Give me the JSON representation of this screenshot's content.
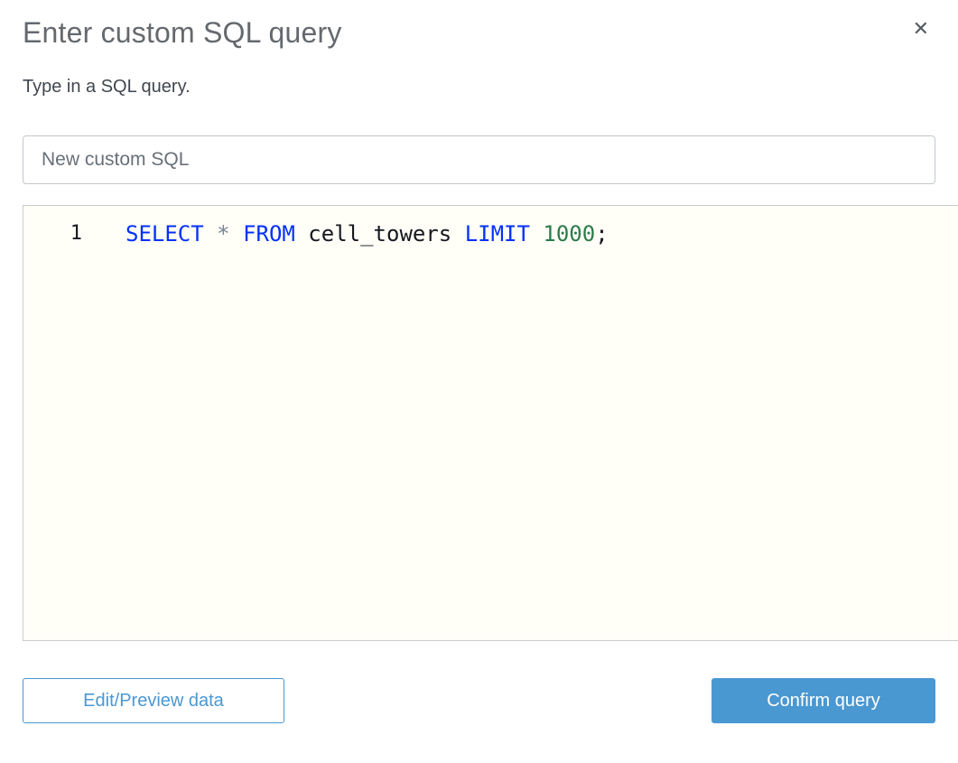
{
  "modal": {
    "title": "Enter custom SQL query",
    "subtitle": "Type in a SQL query.",
    "close_icon_glyph": "✕"
  },
  "query_name_input": {
    "value": "New custom SQL"
  },
  "sql_editor": {
    "full_text": "SELECT * FROM cell_towers LIMIT 1000;",
    "lines": [
      {
        "number": "1",
        "tokens": [
          {
            "text": "SELECT",
            "type": "keyword"
          },
          {
            "text": " ",
            "type": "plain"
          },
          {
            "text": "*",
            "type": "operator"
          },
          {
            "text": " ",
            "type": "plain"
          },
          {
            "text": "FROM",
            "type": "keyword"
          },
          {
            "text": " cell_towers ",
            "type": "plain"
          },
          {
            "text": "LIMIT",
            "type": "keyword"
          },
          {
            "text": " ",
            "type": "plain"
          },
          {
            "text": "1000",
            "type": "number"
          },
          {
            "text": ";",
            "type": "plain"
          }
        ]
      }
    ]
  },
  "buttons": {
    "secondary_label": "Edit/Preview data",
    "primary_label": "Confirm query"
  },
  "colors": {
    "accent_blue": "#4a98d2",
    "keyword_blue": "#0431fa",
    "number_green": "#2c7d4a",
    "operator_gray": "#768492",
    "editor_bg": "#fffef7",
    "title_gray": "#65696e",
    "body_text": "#414750",
    "input_text": "#687078"
  }
}
